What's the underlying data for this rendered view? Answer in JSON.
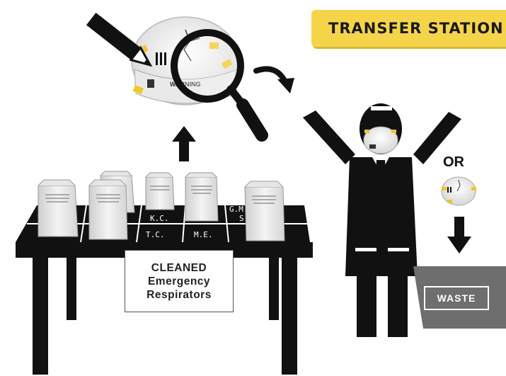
{
  "header": {
    "title": "TRANSFER STATION"
  },
  "table": {
    "sign_lines": [
      "CLEANED",
      "Emergency",
      "Respirators"
    ],
    "grid_labels": [
      {
        "id": "kc",
        "text": "K.C."
      },
      {
        "id": "gm",
        "text": "G.M."
      },
      {
        "id": "tc",
        "text": "T.C."
      },
      {
        "id": "me",
        "text": "M.E."
      },
      {
        "id": "s",
        "text": "S"
      }
    ]
  },
  "respirator": {
    "warning_text": "WARNING"
  },
  "or_label": "OR",
  "waste_label": "WASTE",
  "colors": {
    "tag_yellow": "#f6d44a",
    "ink": "#111111",
    "bin_gray": "#6e6e6e",
    "staple": "#f3c62a"
  }
}
